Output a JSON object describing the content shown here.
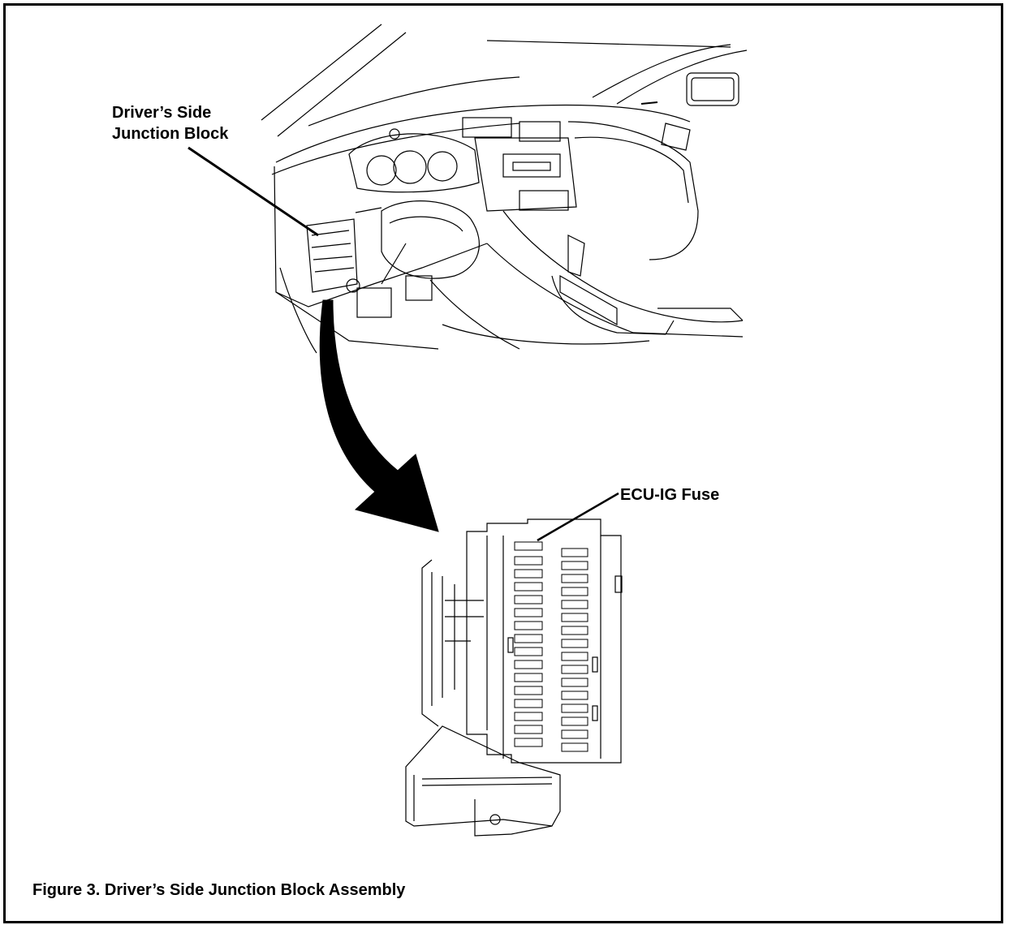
{
  "labels": {
    "junction_block_line1": "Driver’s Side",
    "junction_block_line2": "Junction Block",
    "ecu_fuse": "ECU-IG Fuse"
  },
  "caption": "Figure 3. Driver’s Side Junction Block Assembly",
  "colors": {
    "ink": "#000000",
    "paper": "#ffffff"
  }
}
